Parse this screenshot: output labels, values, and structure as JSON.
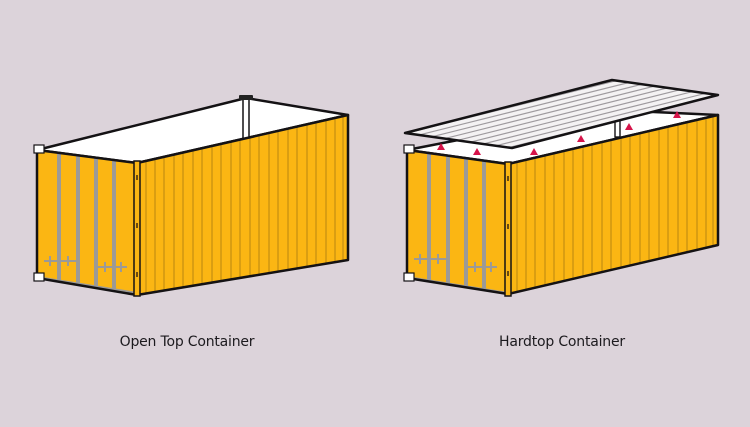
{
  "colors": {
    "background": "#dcd3da",
    "container_yellow": "#fbb613",
    "corrugation_line": "#c38f12",
    "door_bar": "#9c9a97",
    "outline": "#141214",
    "interior": "#ffffff",
    "roof_fill": "#f4f2f3",
    "roof_stripe": "#9e9a9e",
    "marker_triangle": "#d6144a"
  },
  "figures": [
    {
      "label": "Open Top Container",
      "type": "open-top",
      "description": "Shipping container with no roof, white interior visible"
    },
    {
      "label": "Hardtop Container",
      "type": "hardtop",
      "description": "Shipping container with removable corrugated roof lifted above, red lifting-point markers on top rim",
      "marker_count": 6
    }
  ],
  "icons": {
    "marker": "red-triangle-marker-icon"
  }
}
